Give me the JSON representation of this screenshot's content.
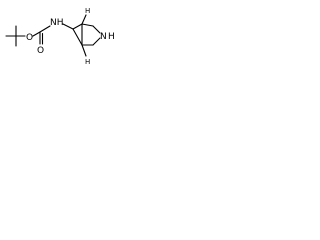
{
  "molecule": {
    "atoms": {
      "nh": "NH",
      "carbonyl_o": "O",
      "ester_o": "O",
      "ring_n": "N",
      "ring_nh_h": "H",
      "stereo_h_top": "H",
      "stereo_h_bottom": "H"
    },
    "colors": {
      "bond": "#000000",
      "text": "#000000",
      "background": "#ffffff"
    }
  }
}
